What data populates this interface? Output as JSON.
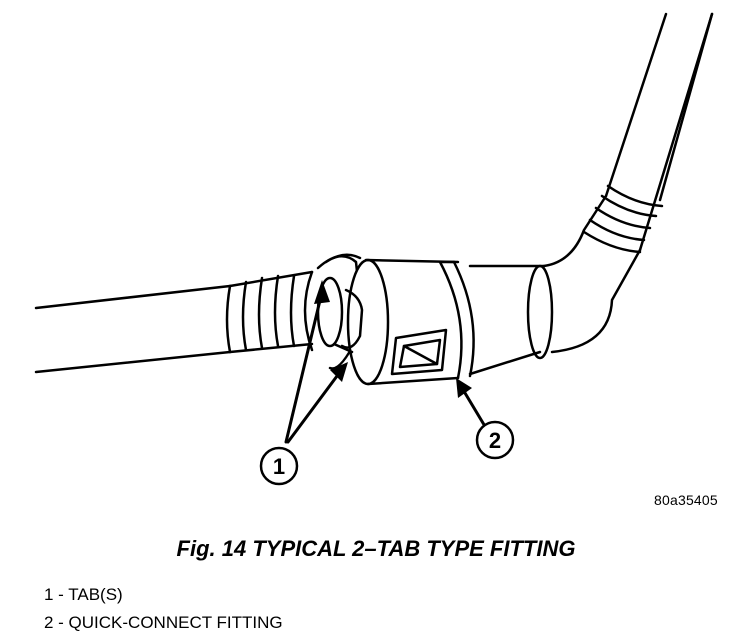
{
  "figure": {
    "code": "80a35405",
    "caption": "Fig. 14 TYPICAL 2–TAB TYPE FITTING"
  },
  "callouts": [
    {
      "number": "1"
    },
    {
      "number": "2"
    }
  ],
  "legend": [
    {
      "text": "1 - TAB(S)"
    },
    {
      "text": "2 - QUICK-CONNECT FITTING"
    }
  ]
}
